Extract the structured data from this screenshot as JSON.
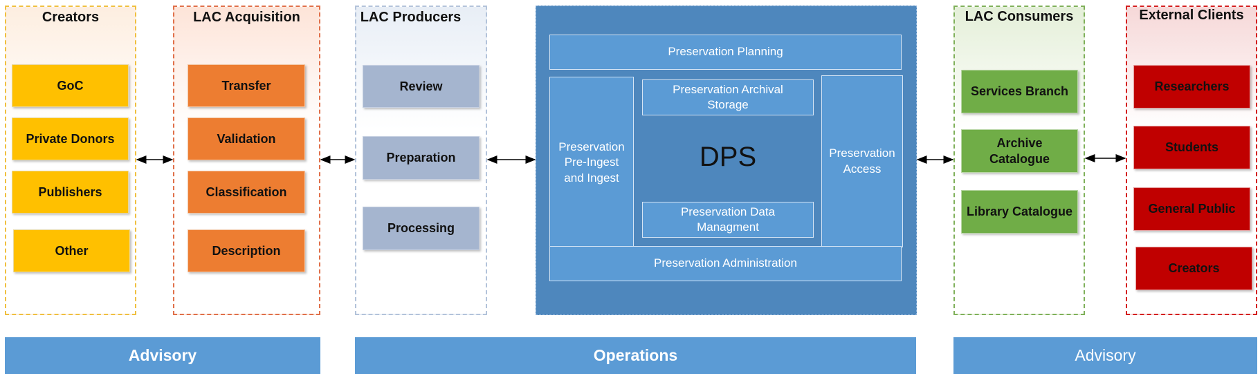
{
  "groups": {
    "creators": {
      "title": "Creators",
      "items": [
        "GoC",
        "Private Donors",
        "Publishers",
        "Other"
      ],
      "color": "#ffc000"
    },
    "acquisition": {
      "title": "LAC Acquisition",
      "items": [
        "Transfer",
        "Validation",
        "Classification",
        "Description"
      ],
      "color": "#ed7d31"
    },
    "producers": {
      "title": "LAC Producers",
      "items": [
        "Review",
        "Preparation",
        "Processing"
      ],
      "color": "#a5b5cf"
    },
    "consumers": {
      "title": "LAC Consumers",
      "items": [
        "Services Branch",
        "Archive Catalogue",
        "Library Catalogue"
      ],
      "color": "#70ad47"
    },
    "clients": {
      "title": "External Clients",
      "items": [
        "Researchers",
        "Students",
        "General Public",
        "Creators"
      ],
      "color": "#c00000"
    }
  },
  "dps": {
    "title": "DPS",
    "planning": "Preservation Planning",
    "archival_storage": "Preservation Archival Storage",
    "ingest": "Preservation Pre-Ingest and Ingest",
    "access": "Preservation Access",
    "data_management": "Preservation Data Managment",
    "administration": "Preservation Administration",
    "color": "#4e87bd"
  },
  "bands": {
    "left": "Advisory",
    "middle": "Operations",
    "right": "Advisory",
    "color": "#5b9bd5"
  }
}
